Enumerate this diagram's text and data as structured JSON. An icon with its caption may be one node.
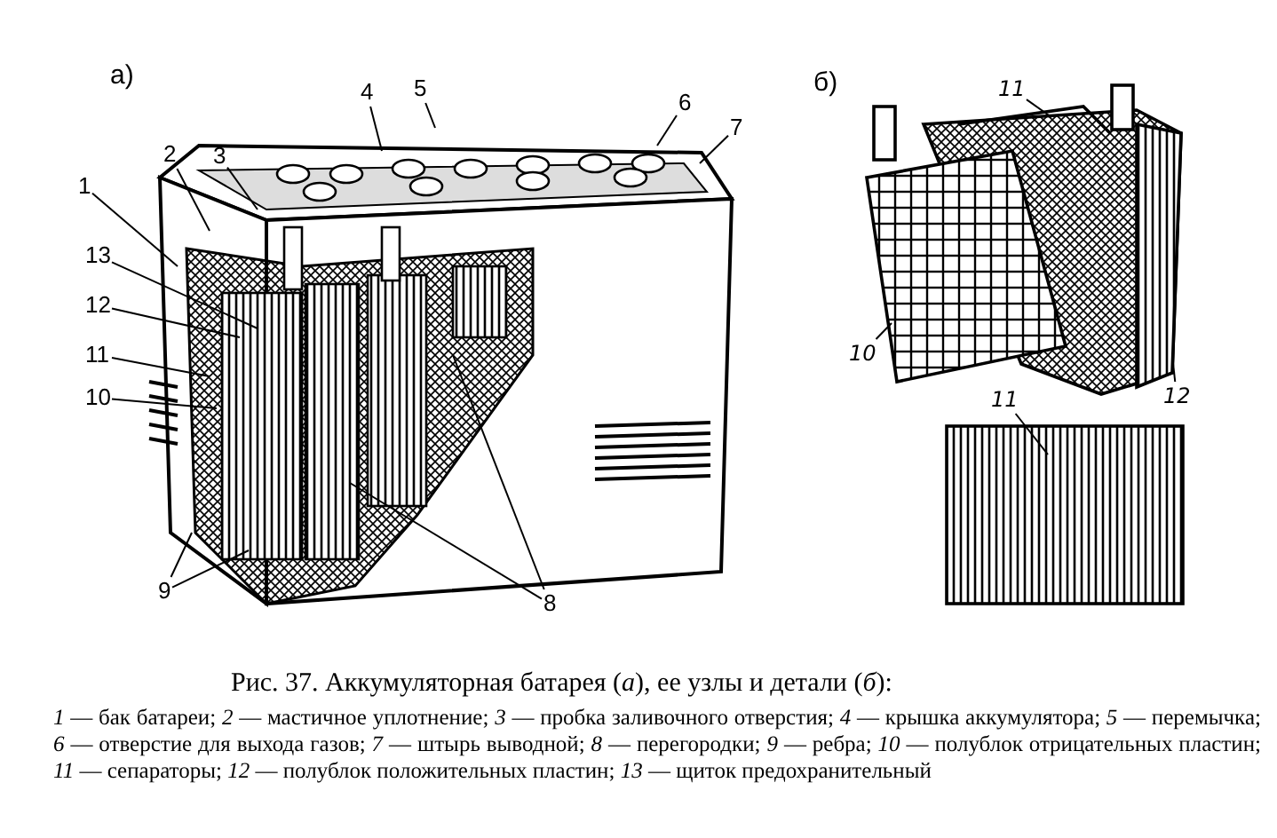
{
  "diagram": {
    "caption": "Рис. 37. Аккумуляторная батарея (*а*), ее узлы и детали (*б*):",
    "nodes": [
      {
        "text": [
          "1"
        ]
      },
      {
        "text": [
          "2"
        ]
      },
      {
        "text": [
          "3"
        ]
      },
      {
        "text": [
          "4"
        ]
      },
      {
        "text": [
          "5"
        ]
      },
      {
        "text": [
          "6"
        ]
      },
      {
        "text": [
          "7"
        ]
      },
      {
        "text": [
          "13"
        ]
      },
      {
        "text": [
          "12"
        ]
      },
      {
        "text": [
          "11"
        ]
      },
      {
        "text": [
          "10"
        ]
      },
      {
        "text": [
          "9"
        ]
      },
      {
        "text": [
          "8"
        ]
      },
      {
        "text": [
          "11"
        ]
      },
      {
        "text": [
          "10"
        ]
      },
      {
        "text": [
          "12"
        ]
      },
      {
        "text": [
          "11"
        ]
      }
    ],
    "edges": [
      {
        "from": 0,
        "to": null,
        "arrow": "none"
      },
      {
        "from": 1,
        "to": null,
        "arrow": "none"
      },
      {
        "from": 2,
        "to": null,
        "arrow": "none"
      },
      {
        "from": 3,
        "to": null,
        "arrow": "none"
      },
      {
        "from": 4,
        "to": null,
        "arrow": "none"
      },
      {
        "from": 5,
        "to": null,
        "arrow": "none"
      },
      {
        "from": 6,
        "to": null,
        "arrow": "none"
      },
      {
        "from": 7,
        "to": null,
        "arrow": "none"
      },
      {
        "from": 8,
        "to": null,
        "arrow": "none"
      },
      {
        "from": 9,
        "to": null,
        "arrow": "none"
      },
      {
        "from": 10,
        "to": null,
        "arrow": "none"
      },
      {
        "from": 11,
        "to": null,
        "arrow": "none"
      },
      {
        "from": 11,
        "to": null,
        "arrow": "none"
      },
      {
        "from": 12,
        "to": null,
        "arrow": "none"
      },
      {
        "from": 12,
        "to": null,
        "arrow": "none"
      },
      {
        "from": 13,
        "to": null,
        "arrow": "none"
      },
      {
        "from": 14,
        "to": null,
        "arrow": "none"
      },
      {
        "from": 15,
        "to": null,
        "arrow": "none"
      },
      {
        "from": 16,
        "to": null,
        "arrow": "none"
      }
    ],
    "labels": [
      "а)",
      "б)",
      "*1* — бак батареи; *2* — мастичное уплотнение; *3* — пробка заливочного отверстия; *4* — крышка аккумулятора; *5* — перемычка; *6* — отверстие для выхода газов; *7* — штырь выводной; *8* — перегородки; *9* — ребра; *10* — полублок отрицательных пластин; *11* — сепараторы; *12* — полублок положительных пластин; *13* — щиток предохранительный"
    ]
  }
}
